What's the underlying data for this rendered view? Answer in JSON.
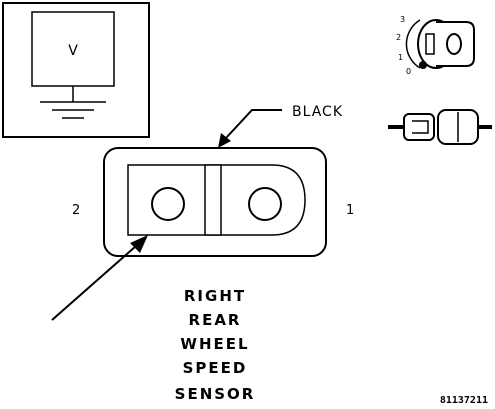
{
  "meter": {
    "label": "V"
  },
  "wire": {
    "color_label": "BLACK"
  },
  "pins": {
    "left": "2",
    "right": "1"
  },
  "component": {
    "lines": [
      "RIGHT",
      "REAR",
      "WHEEL",
      "SPEED",
      "SENSOR"
    ]
  },
  "ignition_key": {
    "positions": [
      "3",
      "2",
      "1",
      "0"
    ]
  },
  "figure_number": "81137211"
}
